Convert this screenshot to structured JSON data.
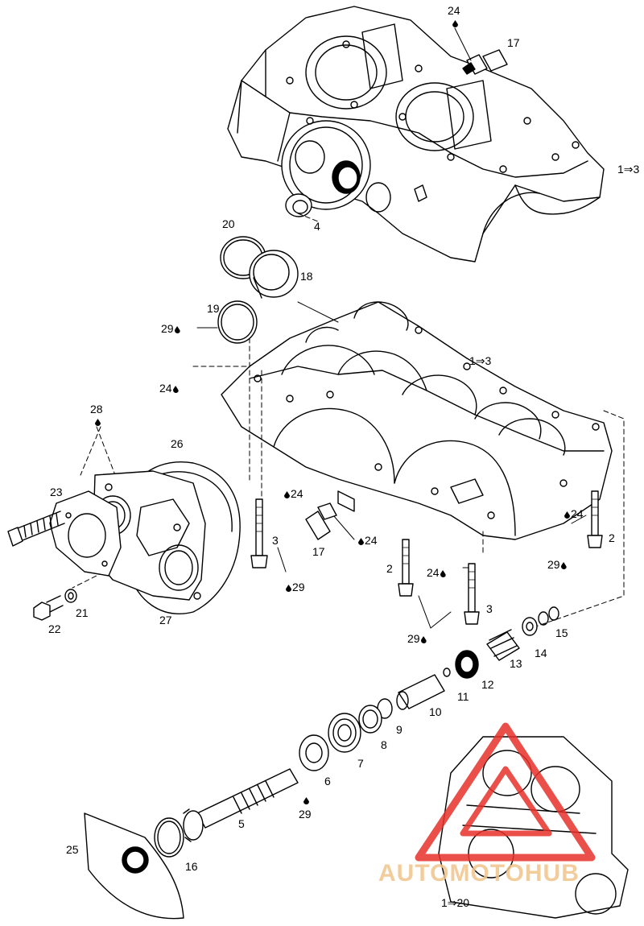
{
  "diagram": {
    "callouts": [
      {
        "id": "c1",
        "text": "24",
        "drop": "below"
      },
      {
        "id": "c2",
        "text": "17"
      },
      {
        "id": "c3",
        "text": "1⇒3"
      },
      {
        "id": "c4",
        "text": "4"
      },
      {
        "id": "c5",
        "text": "20"
      },
      {
        "id": "c6",
        "text": "18"
      },
      {
        "id": "c7",
        "text": "19"
      },
      {
        "id": "c8",
        "text": "29",
        "drop": "after"
      },
      {
        "id": "c9",
        "text": "1⇒3"
      },
      {
        "id": "c10",
        "text": "24",
        "drop": "after"
      },
      {
        "id": "c11",
        "text": "28",
        "drop": "below"
      },
      {
        "id": "c12",
        "text": "26"
      },
      {
        "id": "c13",
        "text": "23"
      },
      {
        "id": "c14",
        "text": "24",
        "drop": "before"
      },
      {
        "id": "c15",
        "text": "24",
        "drop": "before"
      },
      {
        "id": "c16",
        "text": "2"
      },
      {
        "id": "c17",
        "text": "3"
      },
      {
        "id": "c18",
        "text": "17"
      },
      {
        "id": "c19",
        "text": "24",
        "drop": "before"
      },
      {
        "id": "c20",
        "text": "29",
        "drop": "before"
      },
      {
        "id": "c21",
        "text": "29",
        "drop": "after"
      },
      {
        "id": "c22",
        "text": "2"
      },
      {
        "id": "c23",
        "text": "24",
        "drop": "after"
      },
      {
        "id": "c24",
        "text": "21"
      },
      {
        "id": "c25",
        "text": "22"
      },
      {
        "id": "c26",
        "text": "27"
      },
      {
        "id": "c27",
        "text": "3"
      },
      {
        "id": "c28",
        "text": "15"
      },
      {
        "id": "c29",
        "text": "29",
        "drop": "after"
      },
      {
        "id": "c30",
        "text": "14"
      },
      {
        "id": "c31",
        "text": "13"
      },
      {
        "id": "c32",
        "text": "12"
      },
      {
        "id": "c33",
        "text": "11"
      },
      {
        "id": "c34",
        "text": "10"
      },
      {
        "id": "c35",
        "text": "9"
      },
      {
        "id": "c36",
        "text": "8"
      },
      {
        "id": "c37",
        "text": "7"
      },
      {
        "id": "c38",
        "text": "6"
      },
      {
        "id": "c39",
        "text": "29",
        "drop": "above"
      },
      {
        "id": "c40",
        "text": "5"
      },
      {
        "id": "c41",
        "text": "25"
      },
      {
        "id": "c42",
        "text": "16"
      },
      {
        "id": "c43",
        "text": "1⇒20"
      }
    ]
  },
  "watermark": {
    "text": "AUTOMOTOHUB",
    "color": "#e8312a",
    "text_color": "#f2c48a"
  }
}
